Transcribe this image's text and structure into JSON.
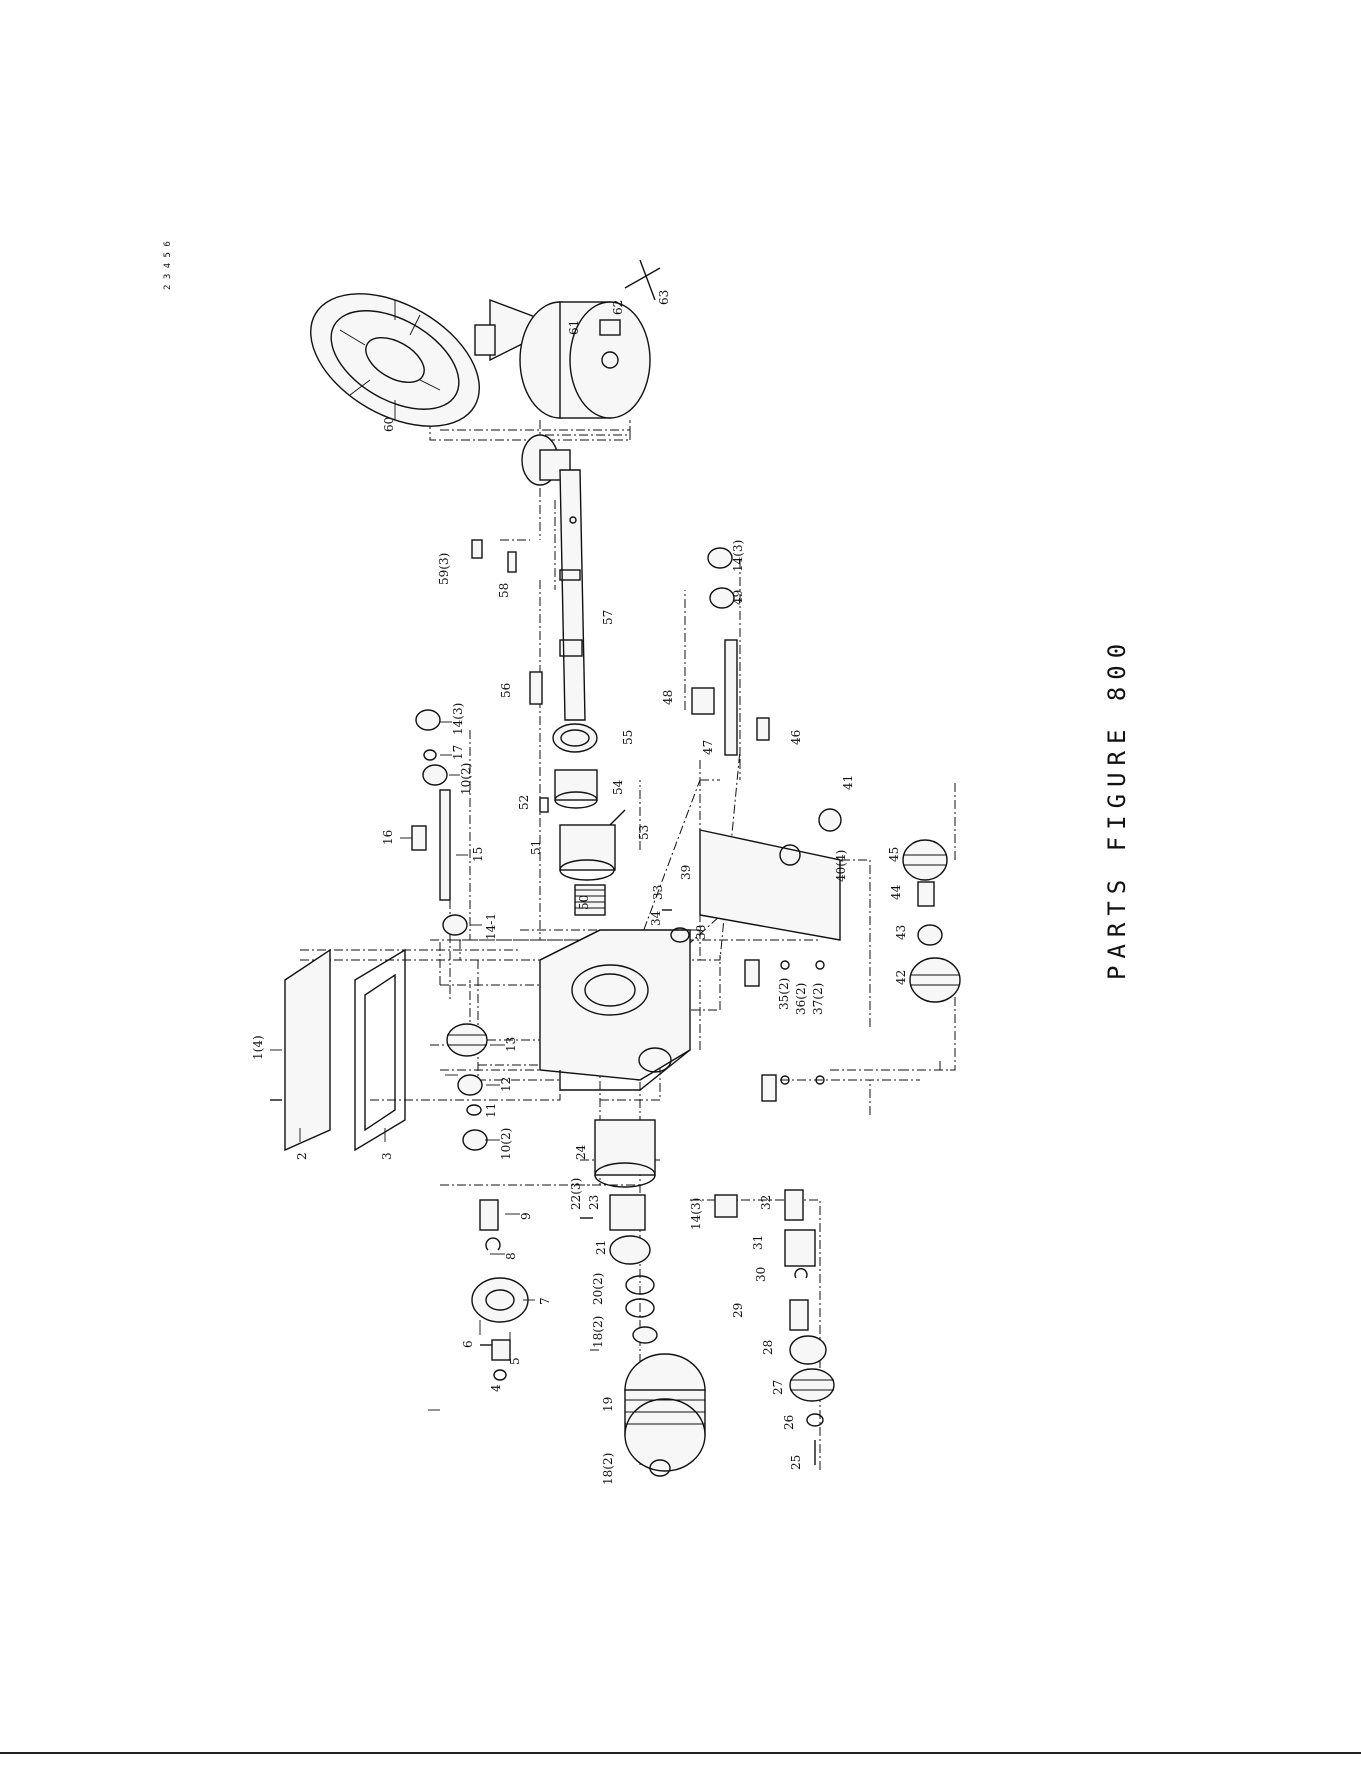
{
  "header_mark": "2 3 4 5 6",
  "title": "PARTS FIGURE 800",
  "colors": {
    "ink": "#111111",
    "paper": "#ffffff"
  },
  "callouts": [
    {
      "id": "c1-4",
      "label": "1(4)"
    },
    {
      "id": "c2",
      "label": "2"
    },
    {
      "id": "c3",
      "label": "3"
    },
    {
      "id": "c4",
      "label": "4"
    },
    {
      "id": "c5",
      "label": "5"
    },
    {
      "id": "c6",
      "label": "6"
    },
    {
      "id": "c7",
      "label": "7"
    },
    {
      "id": "c8",
      "label": "8"
    },
    {
      "id": "c9",
      "label": "9"
    },
    {
      "id": "c10-2a",
      "label": "10(2)"
    },
    {
      "id": "c11",
      "label": "11"
    },
    {
      "id": "c12",
      "label": "12"
    },
    {
      "id": "c13",
      "label": "13"
    },
    {
      "id": "c14-1",
      "label": "14-1"
    },
    {
      "id": "c14-3a",
      "label": "14(3)"
    },
    {
      "id": "c15",
      "label": "15"
    },
    {
      "id": "c16",
      "label": "16"
    },
    {
      "id": "c17",
      "label": "17"
    },
    {
      "id": "c10-2b",
      "label": "10(2)"
    },
    {
      "id": "c19",
      "label": "19"
    },
    {
      "id": "c18-2a",
      "label": "18(2)"
    },
    {
      "id": "c18-2b",
      "label": "18(2)"
    },
    {
      "id": "c20-2",
      "label": "20(2)"
    },
    {
      "id": "c21",
      "label": "21"
    },
    {
      "id": "c22-3",
      "label": "22(3)"
    },
    {
      "id": "c23",
      "label": "23"
    },
    {
      "id": "c24",
      "label": "24"
    },
    {
      "id": "c14-3b",
      "label": "14(3)"
    },
    {
      "id": "c25",
      "label": "25"
    },
    {
      "id": "c26",
      "label": "26"
    },
    {
      "id": "c27",
      "label": "27"
    },
    {
      "id": "c28",
      "label": "28"
    },
    {
      "id": "c29",
      "label": "29"
    },
    {
      "id": "c30",
      "label": "30"
    },
    {
      "id": "c31",
      "label": "31"
    },
    {
      "id": "c32",
      "label": "32"
    },
    {
      "id": "c33",
      "label": "33"
    },
    {
      "id": "c34",
      "label": "34"
    },
    {
      "id": "c35-2",
      "label": "35(2)"
    },
    {
      "id": "c36-2",
      "label": "36(2)"
    },
    {
      "id": "c37-2",
      "label": "37(2)"
    },
    {
      "id": "c38",
      "label": "38"
    },
    {
      "id": "c39",
      "label": "39"
    },
    {
      "id": "c40-4",
      "label": "40(4)"
    },
    {
      "id": "c41",
      "label": "41"
    },
    {
      "id": "c42",
      "label": "42"
    },
    {
      "id": "c43",
      "label": "43"
    },
    {
      "id": "c44",
      "label": "44"
    },
    {
      "id": "c45",
      "label": "45"
    },
    {
      "id": "c46",
      "label": "46"
    },
    {
      "id": "c47",
      "label": "47"
    },
    {
      "id": "c48",
      "label": "48"
    },
    {
      "id": "c49",
      "label": "49"
    },
    {
      "id": "c14-3c",
      "label": "14(3)"
    },
    {
      "id": "c50",
      "label": "50"
    },
    {
      "id": "c51",
      "label": "51"
    },
    {
      "id": "c52",
      "label": "52"
    },
    {
      "id": "c53",
      "label": "53"
    },
    {
      "id": "c54",
      "label": "54"
    },
    {
      "id": "c55",
      "label": "55"
    },
    {
      "id": "c56",
      "label": "56"
    },
    {
      "id": "c57",
      "label": "57"
    },
    {
      "id": "c58",
      "label": "58"
    },
    {
      "id": "c59-3",
      "label": "59(3)"
    },
    {
      "id": "c60",
      "label": "60"
    },
    {
      "id": "c61",
      "label": "61"
    },
    {
      "id": "c62",
      "label": "62"
    },
    {
      "id": "c63",
      "label": "63"
    }
  ]
}
